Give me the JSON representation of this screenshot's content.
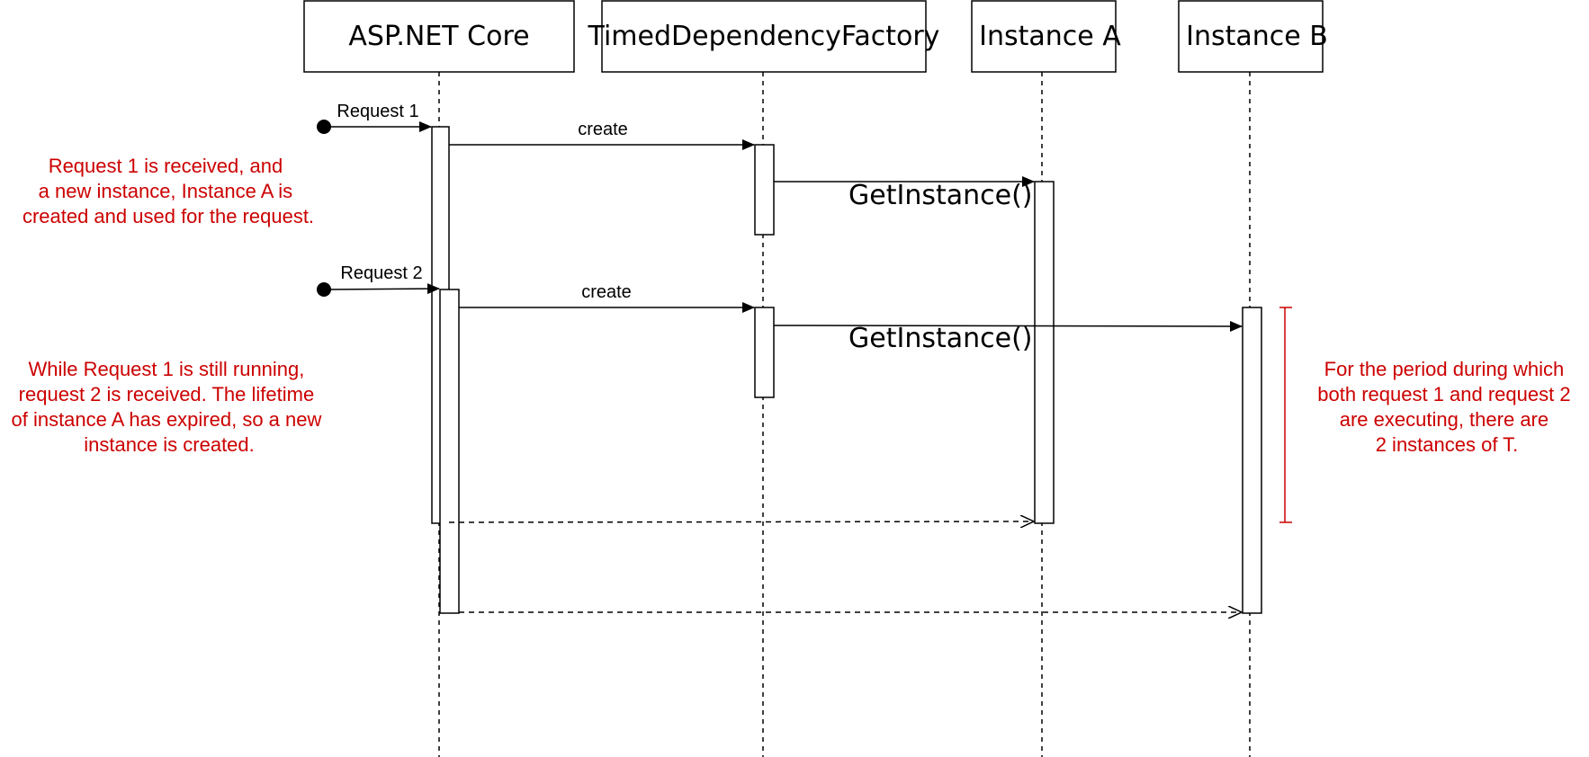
{
  "participants": [
    {
      "name": "ASP.NET Core"
    },
    {
      "name": "TimedDependencyFactory"
    },
    {
      "name": "Instance A"
    },
    {
      "name": "Instance B"
    }
  ],
  "messages": {
    "request1": "Request 1",
    "request2": "Request 2",
    "create1": "create",
    "create2": "create",
    "getInstance1": "GetInstance()",
    "getInstance2": "GetInstance()"
  },
  "notes": {
    "note1": [
      "Request 1 is received, and",
      "a new instance, Instance A is",
      "created and used for the request."
    ],
    "note2": [
      "While Request 1 is still running,",
      "request 2 is received. The lifetime",
      "of instance A has expired, so a new",
      "instance is created."
    ],
    "note3": [
      "For the period during which",
      "both request 1 and request 2",
      "are executing, there are",
      "2 instances of T."
    ]
  },
  "colors": {
    "line": "#000000",
    "note": "#cc0000"
  }
}
